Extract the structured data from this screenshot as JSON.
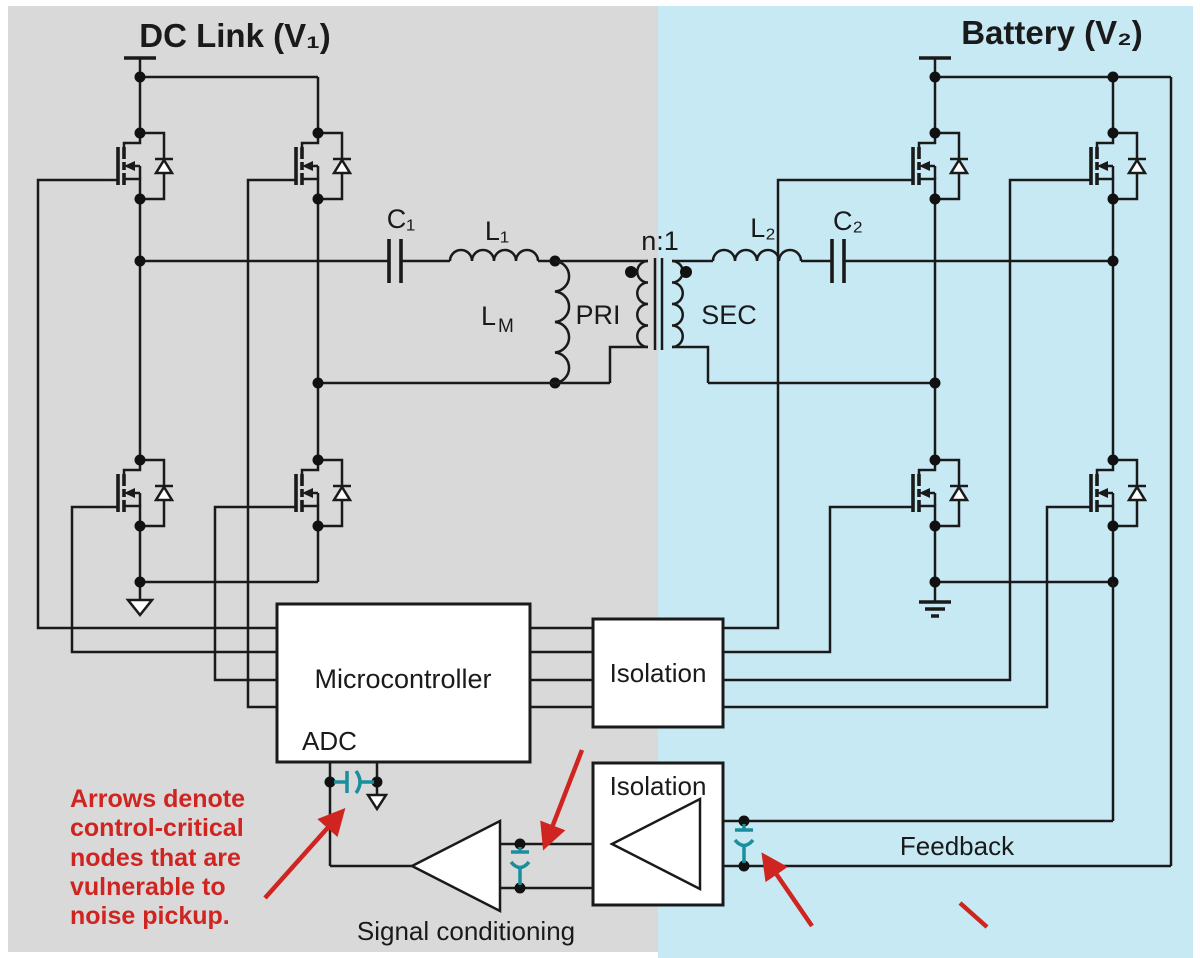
{
  "titles": {
    "dc_link": "DC Link (V₁)",
    "battery": "Battery (V₂)"
  },
  "tank": {
    "c1": "C₁",
    "l1": "L₁",
    "lm_base": "L",
    "lm_sub": "M",
    "pri": "PRI",
    "ratio": "n:1",
    "sec": "SEC",
    "l2": "L₂",
    "c2": "C₂"
  },
  "blocks": {
    "microcontroller": "Microcontroller",
    "adc": "ADC",
    "isolation_gate": "Isolation",
    "isolation_feedback": "Isolation",
    "signal_conditioning": "Signal conditioning",
    "feedback": "Feedback"
  },
  "note": {
    "line1": "Arrows denote",
    "line2": "control-critical",
    "line3": "nodes that are",
    "line4": "vulnerable to",
    "line5": "noise pickup."
  },
  "colors": {
    "left_bg": "#d9d9d9",
    "right_bg": "#c7e9f4",
    "wire": "#1a1a1a",
    "highlight_teal": "#1a8e9c",
    "arrow_red": "#cf2420"
  }
}
